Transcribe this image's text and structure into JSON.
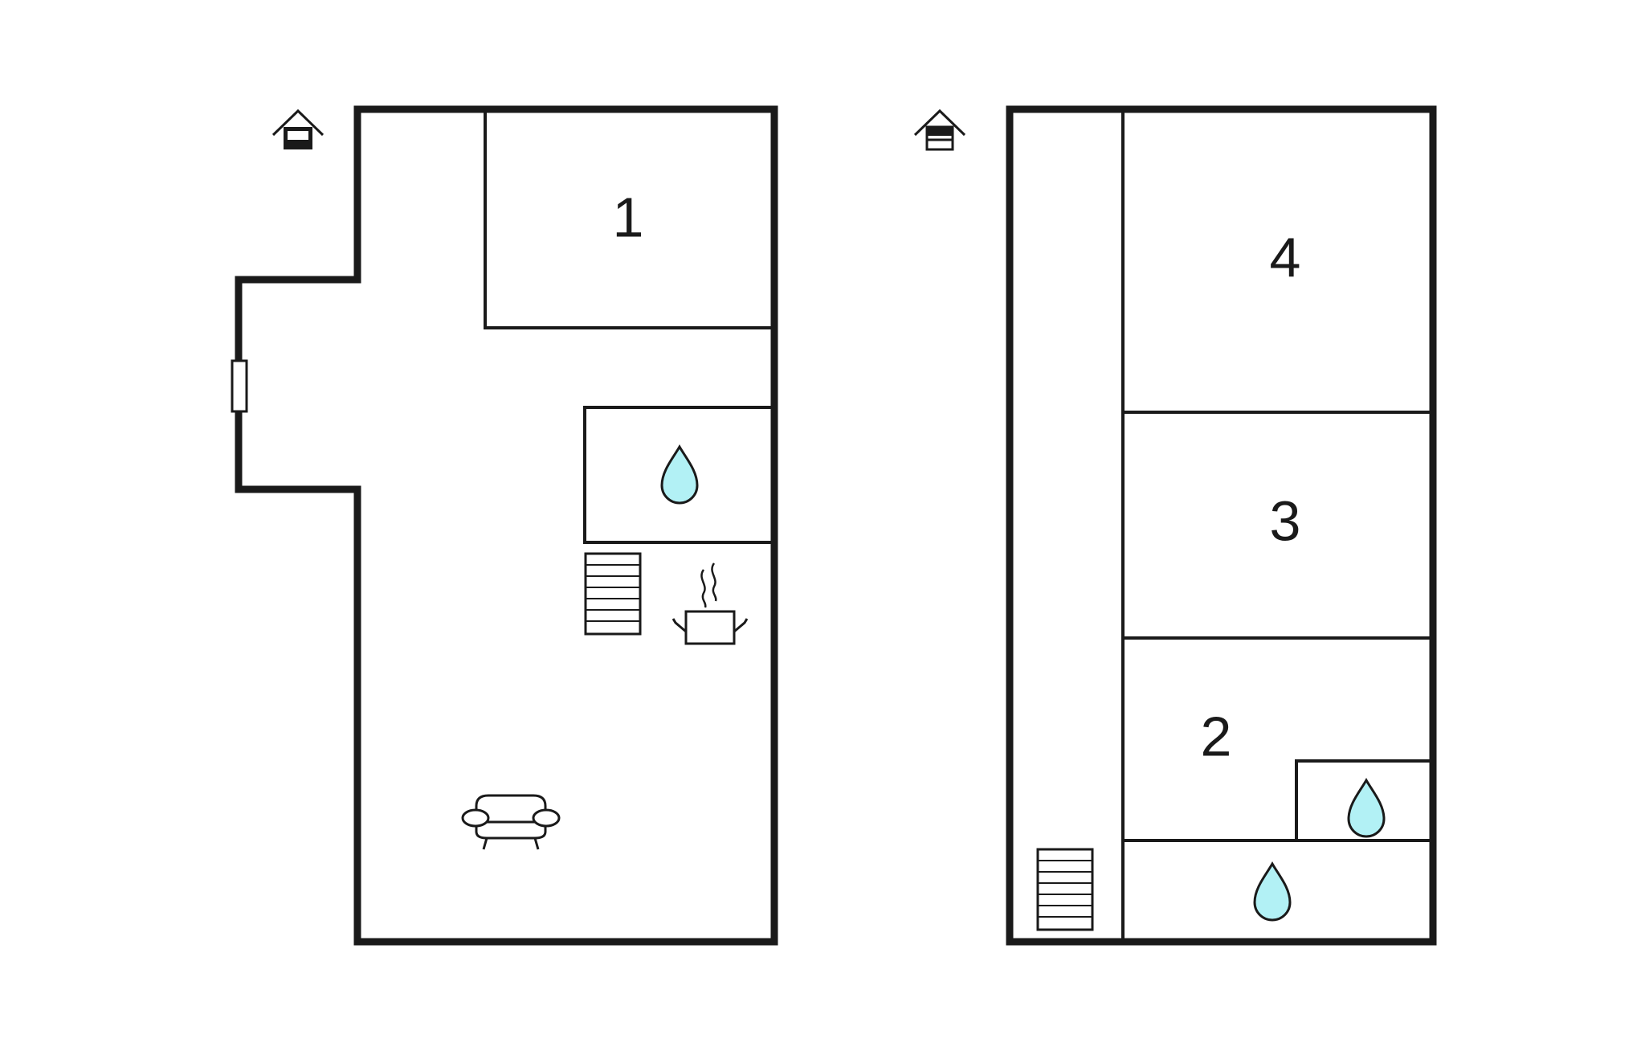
{
  "floors": [
    {
      "rooms": [
        {
          "label": "1"
        }
      ],
      "icons": [
        "entrance-icon",
        "bathroom-water-drop-icon",
        "stairs-icon",
        "kitchen-pot-icon",
        "sofa-icon",
        "door-window-icon"
      ]
    },
    {
      "rooms": [
        {
          "label": "4"
        },
        {
          "label": "3"
        },
        {
          "label": "2"
        }
      ],
      "icons": [
        "entrance-icon",
        "bathroom-water-drop-icon",
        "bathroom-water-drop-icon",
        "stairs-icon"
      ]
    }
  ],
  "colors": {
    "wall": "#1a1a1a",
    "water_drop": "#b2f1f5",
    "background": "#ffffff"
  }
}
